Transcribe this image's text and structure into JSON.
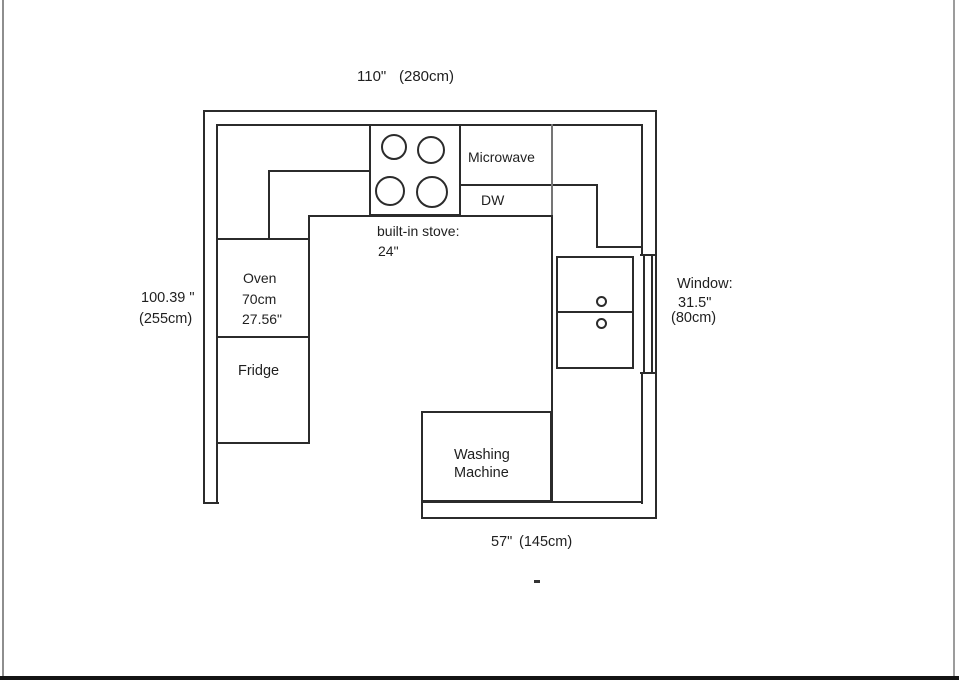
{
  "floor_plan": {
    "top_dimension": {
      "inches": "110\"",
      "cm": "(280cm)"
    },
    "left_dimension": {
      "inches": "100.39 \"",
      "cm": "(255cm)"
    },
    "bottom_dimension": {
      "inches": "57\"",
      "cm": "(145cm)"
    },
    "window": {
      "label": "Window:",
      "inches": "31.5\"",
      "cm": "(80cm)"
    },
    "stove": {
      "line1": "built-in stove:",
      "line2": "24\""
    },
    "microwave": {
      "label": "Microwave"
    },
    "dishwasher": {
      "label": "DW"
    },
    "oven": {
      "line1": "Oven",
      "line2": "70cm",
      "line3": "27.56\""
    },
    "fridge": {
      "label": "Fridge"
    },
    "washing_machine": {
      "line1": "Washing",
      "line2": "Machine"
    },
    "colors": {
      "line": "#2b2b2b",
      "light_line": "#757575",
      "text": "#1f1f1f",
      "background": "#ffffff",
      "frame_bottom": "#141414",
      "frame_side": "#8e8e8e"
    }
  }
}
